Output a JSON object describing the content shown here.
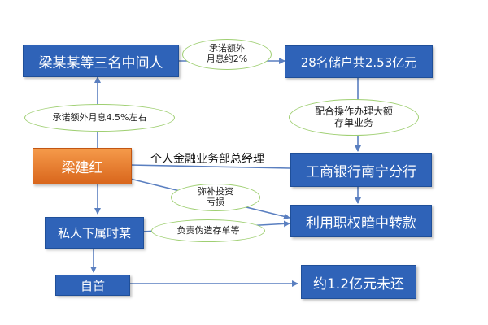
{
  "nodes": {
    "intermediaries": "梁某某等三名中间人",
    "depositors": "28名储户共2.53亿元",
    "liang_jianhong": "梁建红",
    "icbc_nanning": "工商银行南宁分行",
    "subordinate": "私人下属时某",
    "abuse_transfer": "利用职权暗中转款",
    "surrender": "自首",
    "unreturned": "约1.2亿元未还"
  },
  "edge_labels": {
    "monthly_2pct": "承诺额外\n月息约2%",
    "monthly_45pct": "承诺额外月息4.5%左右",
    "large_deposit": "配合操作办理大额\n存单业务",
    "manager_title": "个人金融业务部总经理",
    "compensate": "弥补投资\n亏损",
    "forge": "负责伪造存单等"
  },
  "colors": {
    "box_blue": "#2f63b8",
    "box_orange": "#e8792c",
    "oval_border": "#9fcf72",
    "arrow": "#5a7fc0"
  }
}
